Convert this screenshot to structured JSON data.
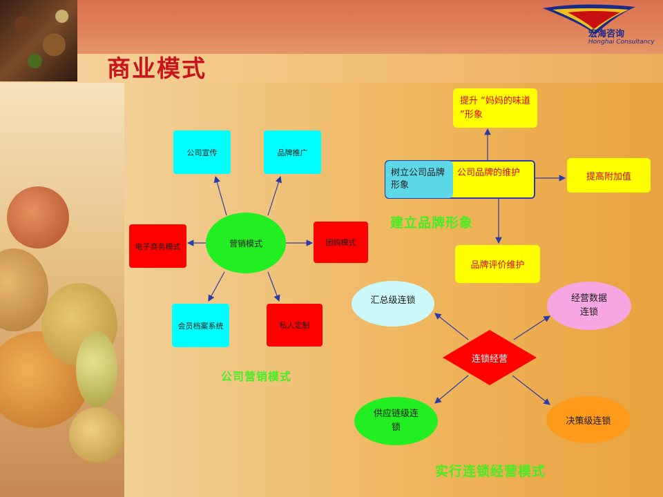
{
  "title": "商业模式",
  "logo": {
    "name": "宏海咨询",
    "english": "Honghai Consultancy"
  },
  "marketing": {
    "center": "营销模式",
    "nodes": {
      "company_promo": "公司宣传",
      "brand_promo": "品牌推广",
      "ecommerce": "电子商务模式",
      "group_buy": "团购模式",
      "member_system": "会员档案系统",
      "personal_custom": "私人定制"
    },
    "caption": "公司营销模式"
  },
  "brand": {
    "left_box": "树立公司品牌形象",
    "right_box": "公司品牌的维护",
    "top_box": "提升 “妈妈的味道 ”形象",
    "right_end": "提高附加值",
    "bottom_box": "品牌评价维护",
    "caption": "建立品牌形象"
  },
  "chain": {
    "center": "连锁经营",
    "summary": "汇总级连锁",
    "operation_data": "经营数据连锁",
    "supply_chain": "供应链级连锁",
    "decision": "决策级连锁",
    "caption": "实行连锁经营模式"
  },
  "colors": {
    "title": "#c8141a",
    "arrow": "#2a3aa8",
    "caption_green": "#44ee22"
  }
}
